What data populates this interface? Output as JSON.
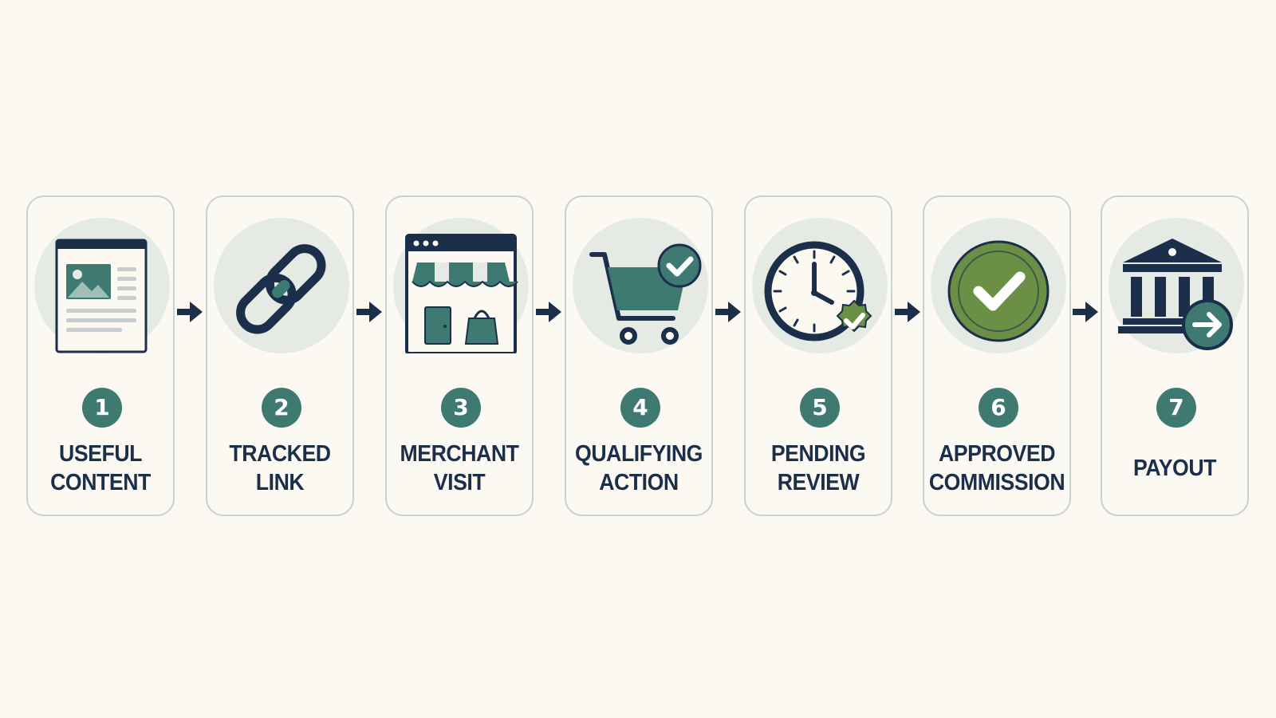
{
  "steps": [
    {
      "number": "1",
      "label_lines": [
        "USEFUL",
        "CONTENT"
      ],
      "icon": "article-icon"
    },
    {
      "number": "2",
      "label_lines": [
        "TRACKED",
        "LINK"
      ],
      "icon": "link-icon"
    },
    {
      "number": "3",
      "label_lines": [
        "MERCHANT",
        "VISIT"
      ],
      "icon": "storefront-icon"
    },
    {
      "number": "4",
      "label_lines": [
        "QUALIFYING",
        "ACTION"
      ],
      "icon": "cart-check-icon"
    },
    {
      "number": "5",
      "label_lines": [
        "PENDING",
        "REVIEW"
      ],
      "icon": "clock-check-icon"
    },
    {
      "number": "6",
      "label_lines": [
        "APPROVED",
        "COMMISSION"
      ],
      "icon": "approved-check-icon"
    },
    {
      "number": "7",
      "label_lines": [
        "PAYOUT"
      ],
      "icon": "bank-payout-icon"
    }
  ],
  "colors": {
    "background": "#fbf9f1",
    "card_border": "#c7d3cc",
    "icon_disc": "#e5ebe4",
    "navy": "#1b2e4a",
    "teal": "#3e7a71",
    "green": "#6a8f45"
  }
}
